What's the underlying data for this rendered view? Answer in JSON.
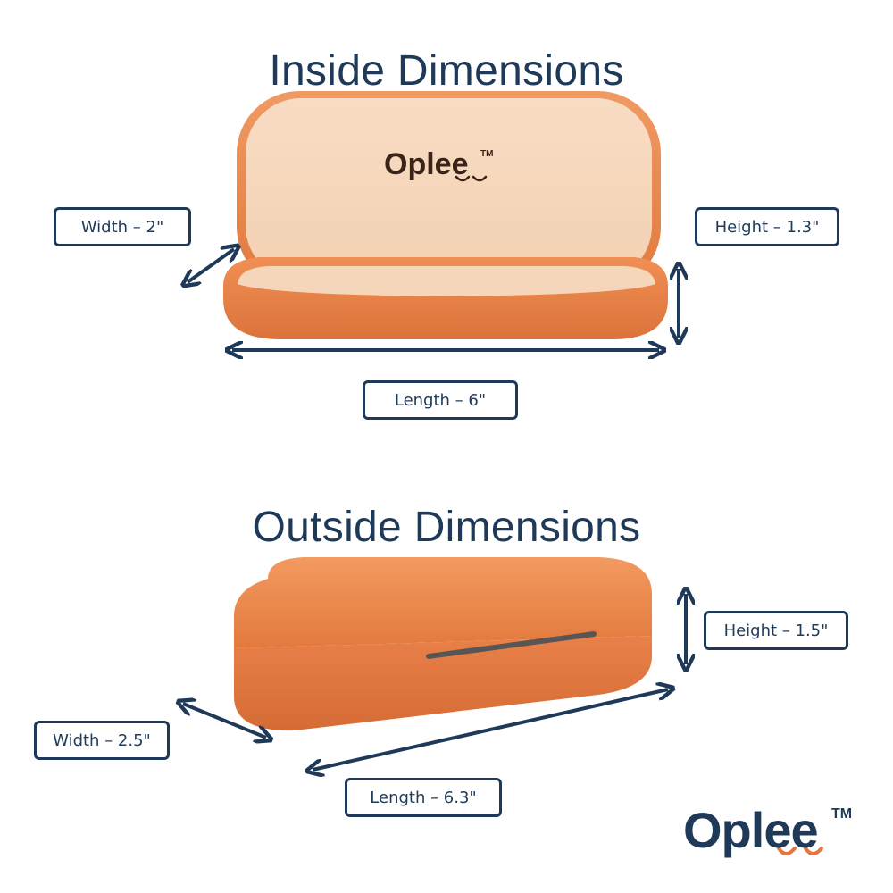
{
  "inside": {
    "heading": "Inside Dimensions",
    "width_label": "Width – 2\"",
    "height_label": "Height – 1.3\"",
    "length_label": "Length – 6\""
  },
  "outside": {
    "heading": "Outside Dimensions",
    "height_label": "Height – 1.5\"",
    "width_label": "Width – 2.5\"",
    "length_label": "Length – 6.3\""
  },
  "brand": {
    "logo_text": "Oplee",
    "trademark": "TM",
    "lid_logo_text": "Oplee",
    "lid_trademark": "TM"
  },
  "colors": {
    "navy": "#1f3a58",
    "case_orange": "#e8824a",
    "case_interior": "#f6d8bd",
    "brand_orange": "#e8743b"
  }
}
